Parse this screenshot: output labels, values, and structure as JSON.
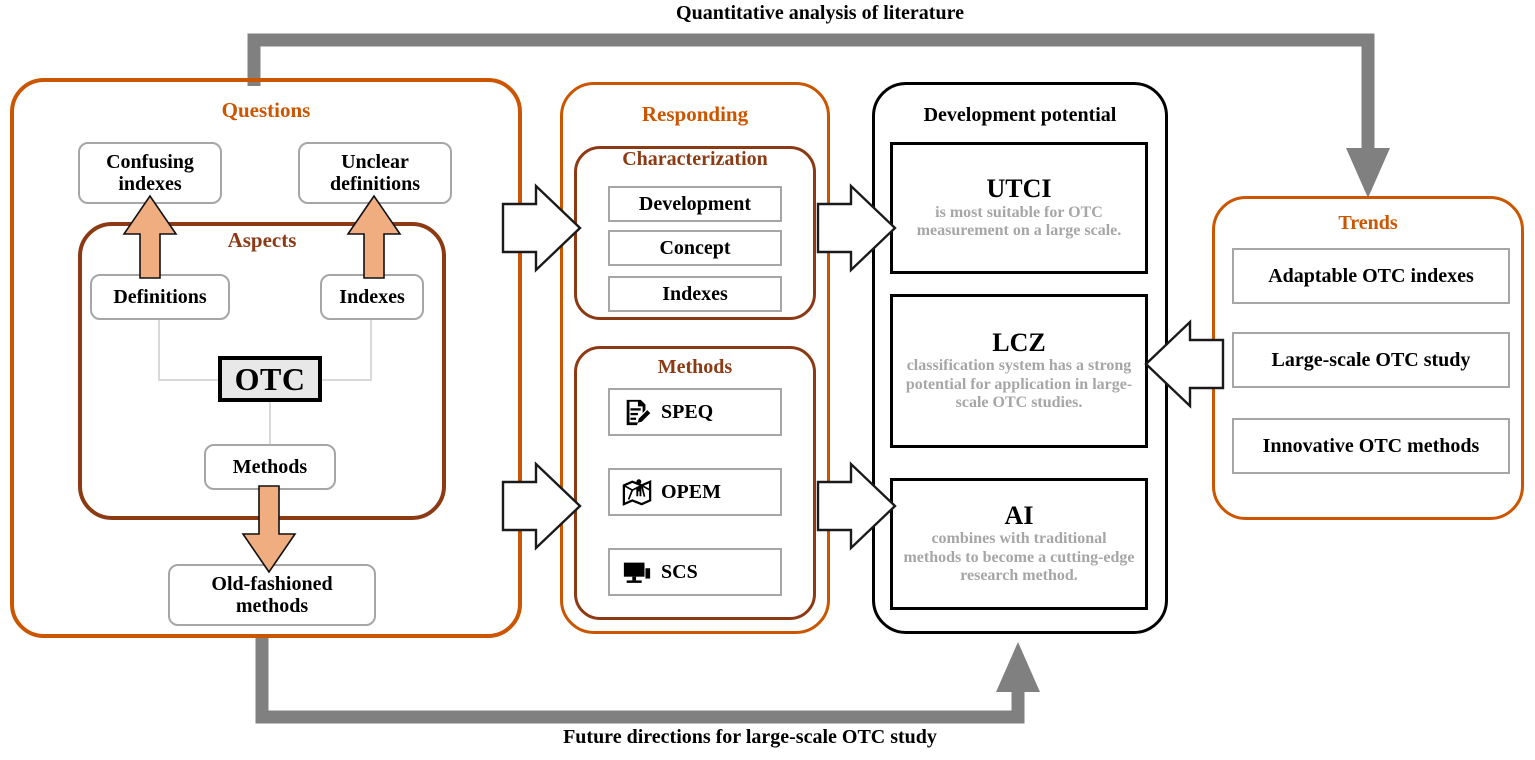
{
  "flows": {
    "top_label": "Quantitative analysis of literature",
    "bottom_label": "Future directions for large-scale OTC study"
  },
  "questions_panel": {
    "title": "Questions",
    "outcome_boxes": [
      {
        "label": "Confusing indexes"
      },
      {
        "label": "Unclear definitions"
      }
    ],
    "old_methods_box": {
      "label": "Old-fashioned methods"
    },
    "aspects_panel": {
      "title": "Aspects",
      "center_node": "OTC",
      "nodes": [
        {
          "label": "Definitions"
        },
        {
          "label": "Indexes"
        },
        {
          "label": "Methods"
        }
      ]
    }
  },
  "responding_panel": {
    "title": "Responding",
    "characterization": {
      "title": "Characterization",
      "items": [
        "Development",
        "Concept",
        "Indexes"
      ]
    },
    "methods": {
      "title": "Methods",
      "items": [
        {
          "label": "SPEQ",
          "icon": "document-pencil-icon"
        },
        {
          "label": "OPEM",
          "icon": "map-person-icon"
        },
        {
          "label": "SCS",
          "icon": "monitor-icon"
        }
      ]
    }
  },
  "development_panel": {
    "title": "Development potential",
    "items": [
      {
        "title": "UTCI",
        "desc": "is most suitable for OTC measurement on a large scale."
      },
      {
        "title": "LCZ",
        "desc": "classification system has a strong potential for application in large-scale OTC studies."
      },
      {
        "title": "AI",
        "desc": "combines with traditional methods to become a cutting-edge research method."
      }
    ]
  },
  "trends_panel": {
    "title": "Trends",
    "items": [
      "Adaptable OTC indexes",
      "Large-scale OTC study",
      "Innovative OTC methods"
    ]
  },
  "colors": {
    "orange": "#CC5500",
    "brown": "#8C3A14",
    "peach": "#F0AE80",
    "gray_arrow": "#808080",
    "gray_border": "#A6A6A6",
    "gray_text": "#A6A6A6",
    "otc_fill": "#E8E8E8"
  }
}
